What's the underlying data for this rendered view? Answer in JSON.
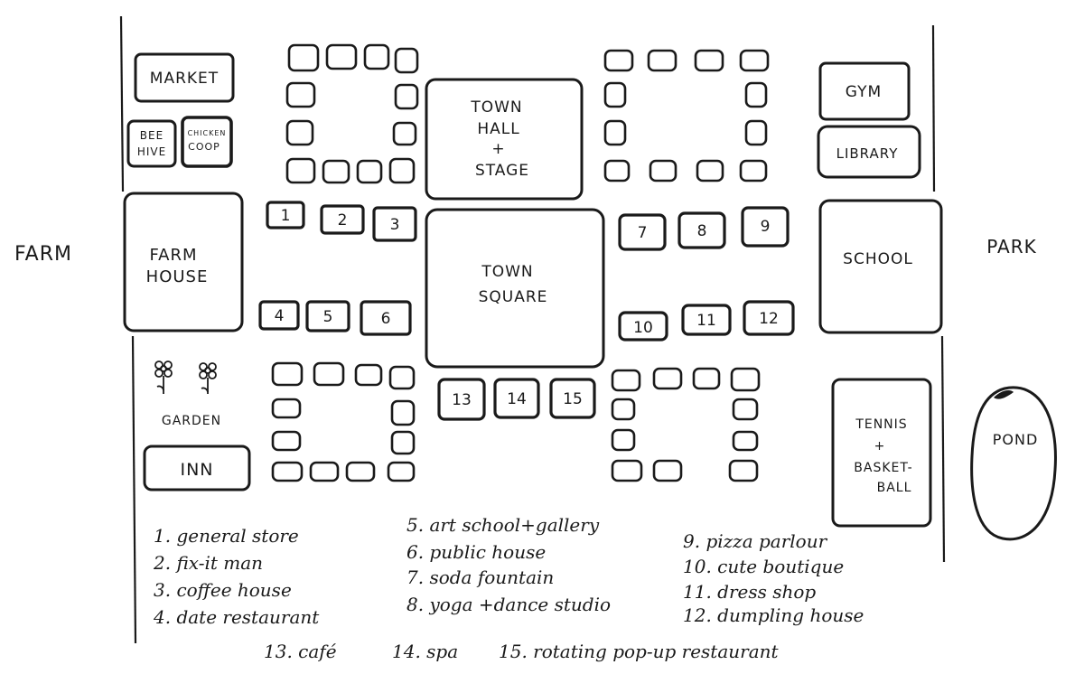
{
  "outside": {
    "farm": "FARM",
    "park": "PARK",
    "pond": "POND"
  },
  "buildings": {
    "market": "MARKET",
    "bee_hive": [
      "BEE",
      "HIVE"
    ],
    "chicken_coop": [
      "CHICKEN",
      "COOP"
    ],
    "town_hall": [
      "TOWN",
      "HALL",
      "+",
      "STAGE"
    ],
    "gym": "GYM",
    "library": "LIBRARY",
    "farm_house": [
      "FARM",
      "HOUSE"
    ],
    "town_square": [
      "TOWN",
      "SQUARE"
    ],
    "school": "SCHOOL",
    "garden": "GARDEN",
    "inn": "INN",
    "tennis": [
      "TENNIS",
      "+",
      "BASKET-",
      "BALL"
    ]
  },
  "lots": [
    "1",
    "2",
    "3",
    "4",
    "5",
    "6",
    "7",
    "8",
    "9",
    "10",
    "11",
    "12",
    "13",
    "14",
    "15"
  ],
  "legend": [
    "1. general store",
    "2. fix-it man",
    "3. coffee house",
    "4. date restaurant",
    "5. art school+gallery",
    "6. public house",
    "7. soda fountain",
    "8. yoga +dance studio",
    "9. pizza parlour",
    "10. cute boutique",
    "11. dress shop",
    "12. dumpling house",
    "13. café",
    "14. spa",
    "15. rotating pop-up restaurant"
  ]
}
